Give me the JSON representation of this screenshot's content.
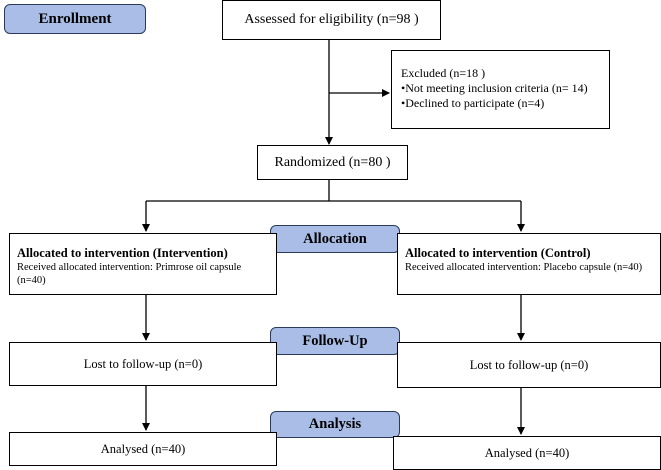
{
  "stages": {
    "enrollment": "Enrollment",
    "allocation": "Allocation",
    "followup": "Follow-Up",
    "analysis": "Analysis"
  },
  "assessed": "Assessed for eligibility (n=98 )",
  "excluded": {
    "title": "Excluded  (n=18 )",
    "items": [
      "•Not meeting inclusion criteria (n= 14)",
      "•Declined to participate (n=4)"
    ]
  },
  "randomized": "Randomized (n=80  )",
  "intervention": {
    "title": "Allocated to intervention (Intervention)",
    "detail": "Received allocated intervention: Primrose oil capsule",
    "n": "(n=40)",
    "lost": "Lost to follow-up (n=0)",
    "analysed": "Analysed  (n=40)"
  },
  "control": {
    "title": "Allocated to intervention (Control)",
    "detail": "Received allocated intervention: Placebo capsule (n=40)",
    "lost": "Lost to follow-up (n=0)",
    "analysed": "Analysed  (n=40)"
  }
}
